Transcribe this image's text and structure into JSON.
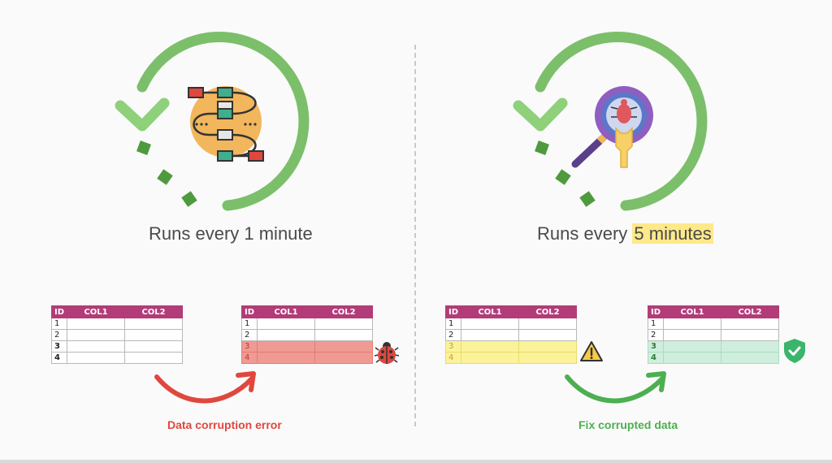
{
  "left": {
    "caption": "Runs every 1 minute",
    "error_label": "Data corruption error",
    "error_color": "#e0473e"
  },
  "right": {
    "caption_prefix": "Runs every ",
    "caption_highlight": "5 minutes",
    "fix_label": "Fix corrupted data",
    "fix_color": "#4caf50"
  },
  "table": {
    "headers": [
      "ID",
      "COL1",
      "COL2"
    ],
    "ids": [
      "1",
      "2",
      "3",
      "4"
    ]
  },
  "colors": {
    "loop_green": "#7cbf6a",
    "header_magenta": "#b23c78",
    "corrupt_red": "#ef9a93",
    "warning_yellow": "#fbf29a",
    "fixed_green": "#cfeedd"
  }
}
